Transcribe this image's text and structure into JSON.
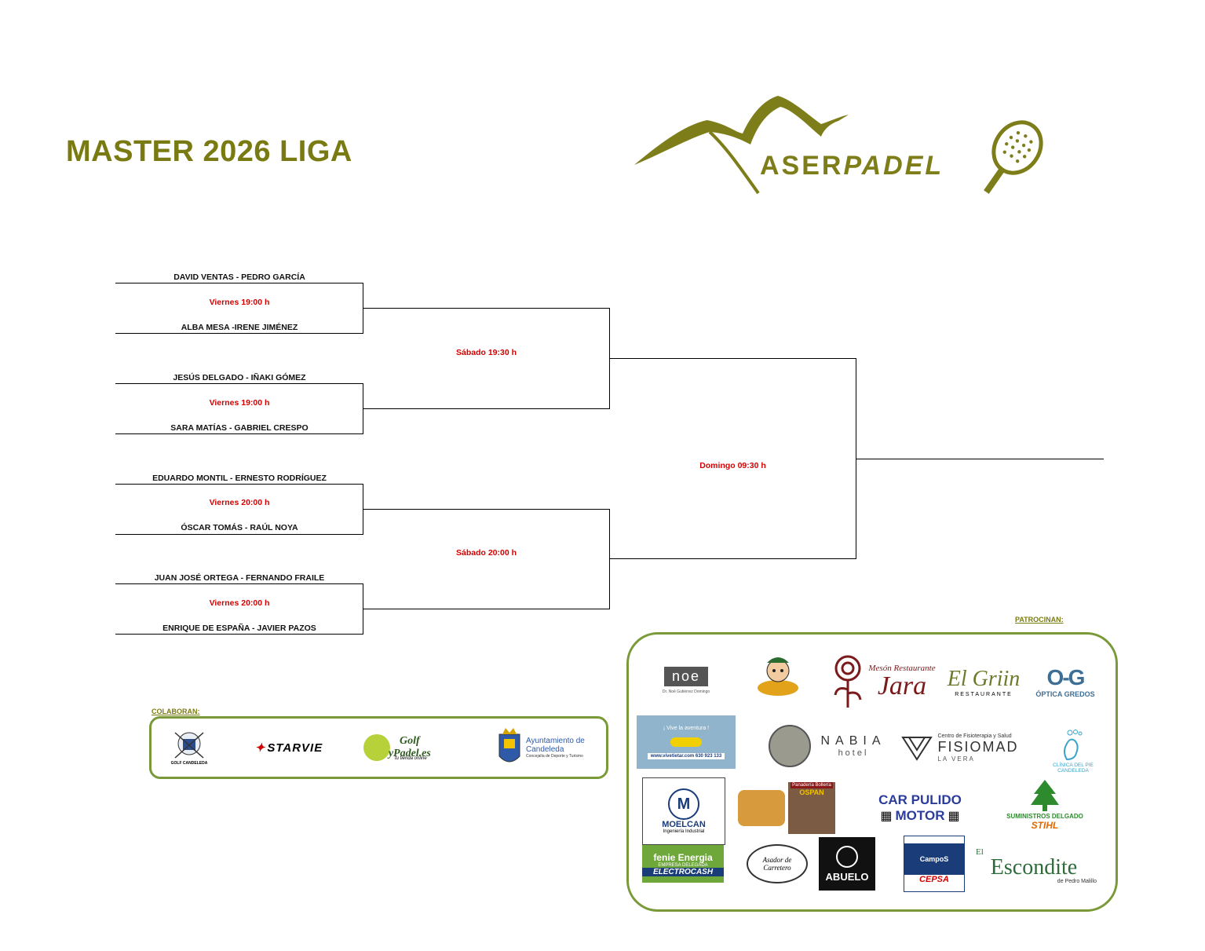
{
  "header": {
    "title": "MASTER 2026 LIGA",
    "logo_text_a": "ASER",
    "logo_text_b": "PADEL"
  },
  "bracket": {
    "round1": [
      {
        "team_a": "DAVID VENTAS - PEDRO GARCÍA",
        "time": "Viernes 19:00 h",
        "team_b": "ALBA MESA -IRENE JIMÉNEZ"
      },
      {
        "team_a": "JESÚS DELGADO - IÑAKI GÓMEZ",
        "time": "Viernes 19:00 h",
        "team_b": "SARA MATÍAS - GABRIEL CRESPO"
      },
      {
        "team_a": "EDUARDO MONTIL - ERNESTO RODRÍGUEZ",
        "time": "Viernes 20:00 h",
        "team_b": "ÓSCAR TOMÁS - RAÚL NOYA"
      },
      {
        "team_a": "JUAN JOSÉ ORTEGA - FERNANDO FRAILE",
        "time": "Viernes 20:00 h",
        "team_b": "ENRIQUE DE ESPAÑA - JAVIER PAZOS"
      }
    ],
    "semis": [
      {
        "time": "Sábado 19:30 h"
      },
      {
        "time": "Sábado 20:00 h"
      }
    ],
    "final": {
      "time": "Domingo 09:30 h"
    }
  },
  "colaboran": {
    "label": "COLABORAN:",
    "items": [
      {
        "name": "Golf Candeleda",
        "text": "GOLF CANDELEDA"
      },
      {
        "name": "Starvie",
        "text": "STARVIE"
      },
      {
        "name": "Golf y Padel",
        "text": "Golf yPadel.es",
        "sub": "tu tienda online"
      },
      {
        "name": "Ayuntamiento",
        "text": "Ayuntamiento de Candeleda",
        "sub": "Concejalía de Deporte y Turismo"
      }
    ]
  },
  "patrocinan": {
    "label": "PATROCINAN:",
    "items": [
      {
        "text": "noe",
        "sub": "Dr. Noé Gutiérrez Domingo"
      },
      {
        "text": "Mesón Restaurante",
        "big": "Jara"
      },
      {
        "text": "El Griin",
        "sub": "RESTAURANTE"
      },
      {
        "text": "ÓPTICA GREDOS"
      },
      {
        "text": "¡ Vive la aventura !",
        "sub": "www.vivetietar.com 630 923 133"
      },
      {
        "text": "NABIA",
        "sub": "hotel"
      },
      {
        "text": "Centro de Fisioterapia y Salud",
        "big": "FISIOMAD",
        "sub": "LA VERA"
      },
      {
        "text": "CLÍNICA DEL PIE CANDELEDA"
      },
      {
        "text": "MOELCAN",
        "sub": "Ingeniería Industrial"
      },
      {
        "text": "Panadería Bollería",
        "big": "OSPAN"
      },
      {
        "text": "CAR PULIDO",
        "big": "MOTOR"
      },
      {
        "text": "SUMINISTROS DELGADO",
        "big": "STIHL"
      },
      {
        "text": "fenie Energia",
        "sub": "EMPRESA DELEGADA",
        "big": "ELECTROCASH"
      },
      {
        "text": "Asador de Carretero"
      },
      {
        "text": "ABUELO"
      },
      {
        "text": "CampoS",
        "sub": "CEPSA"
      },
      {
        "text": "El",
        "big": "Escondite",
        "sub": "de Pedro Malillo"
      }
    ]
  },
  "colors": {
    "brand_olive": "#7a7a12",
    "time_red": "#d40000",
    "box_border": "#7a9a3a"
  }
}
